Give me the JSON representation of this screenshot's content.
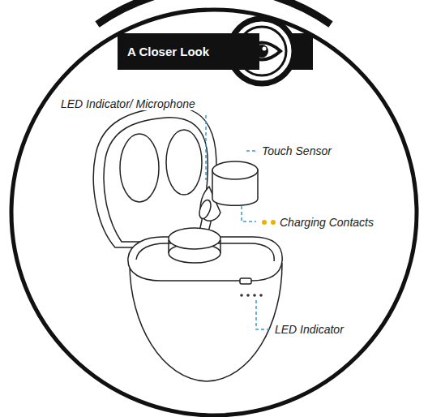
{
  "diagram": {
    "nodes": [
      {
        "text": [
          "A Closer Look"
        ]
      }
    ],
    "labels": [
      "LED Indicator/ Microphone",
      "Touch Sensor",
      "Charging Contacts",
      "LED Indicator"
    ]
  }
}
